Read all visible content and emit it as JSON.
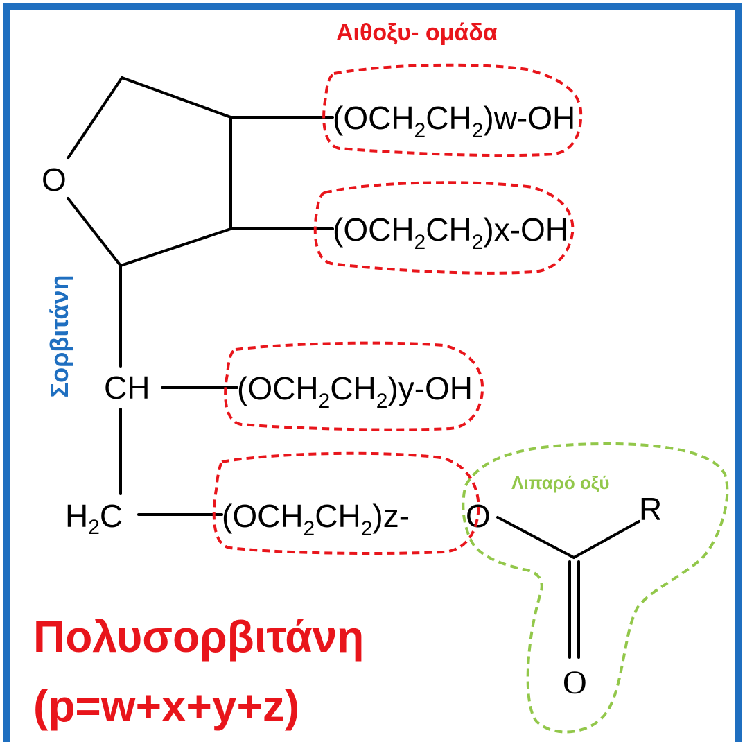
{
  "colors": {
    "border": "#1f6fc0",
    "red": "#e8151b",
    "green": "#92c74a",
    "blue": "#1f6fc0"
  },
  "labels": {
    "ether_group": "Αιθοξυ- ομάδα",
    "sorbitan": "Σορβιτάνη",
    "fatty_acid": "Λιπαρό οξύ",
    "title_line1": "Πολυσορβιτάνη",
    "title_line2": "(p=w+x+y+z)"
  },
  "atoms": {
    "ring_oxygen": "O",
    "ch": "CH",
    "h2c_h": "H",
    "h2c_sub": "2",
    "h2c_c": "C",
    "ester_oxygen": "O",
    "r_group": "R",
    "carbonyl_oxygen": "O"
  },
  "chains": [
    {
      "open": "(OCH",
      "sub1": "2",
      "mid": "CH",
      "sub2": "2",
      "close": ")w-OH"
    },
    {
      "open": "(OCH",
      "sub1": "2",
      "mid": "CH",
      "sub2": "2",
      "close": ")x-OH"
    },
    {
      "open": "(OCH",
      "sub1": "2",
      "mid": "CH",
      "sub2": "2",
      "close": ")y-OH"
    },
    {
      "open": "(OCH",
      "sub1": "2",
      "mid": "CH",
      "sub2": "2",
      "close": ")z-"
    }
  ]
}
